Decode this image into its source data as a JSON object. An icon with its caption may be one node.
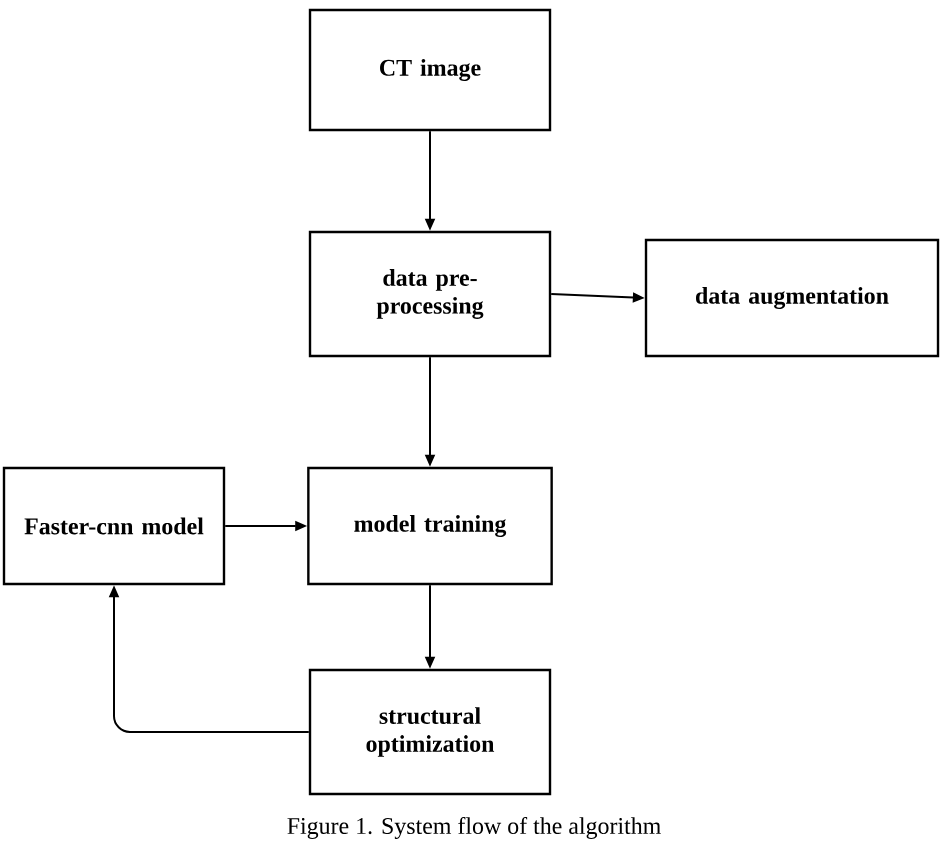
{
  "diagram": {
    "caption": "Figure 1. System flow of the algorithm",
    "nodes": [
      {
        "text": [
          "CT image"
        ]
      },
      {
        "text": [
          "data pre-processing"
        ]
      },
      {
        "text": [
          "data augmentation"
        ]
      },
      {
        "text": [
          "Faster-cnn model"
        ]
      },
      {
        "text": [
          "model training"
        ]
      },
      {
        "text": [
          "structural optimization"
        ]
      }
    ],
    "edges": [
      {
        "from": 0,
        "to": 1,
        "arrow": "to"
      },
      {
        "from": 1,
        "to": 2,
        "arrow": "to"
      },
      {
        "from": 1,
        "to": 4,
        "arrow": "to"
      },
      {
        "from": 3,
        "to": 4,
        "arrow": "to"
      },
      {
        "from": 4,
        "to": 5,
        "arrow": "to"
      },
      {
        "from": 5,
        "to": 3,
        "arrow": "to"
      }
    ]
  }
}
